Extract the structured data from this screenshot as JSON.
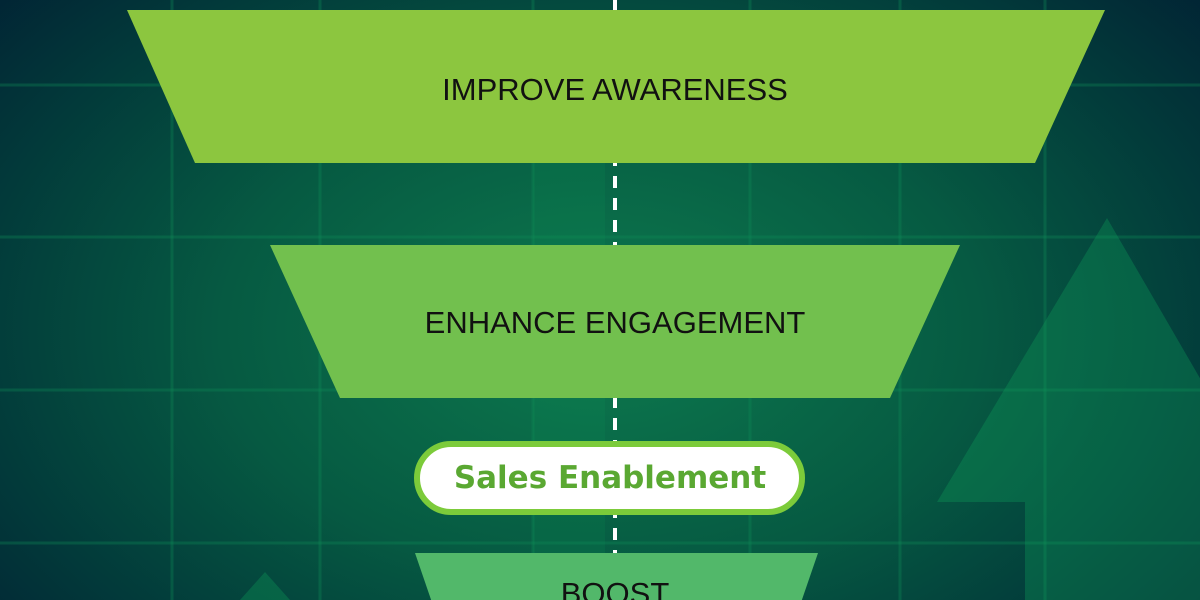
{
  "funnel": {
    "stages": [
      {
        "label": "IMPROVE AWARENESS",
        "color": "#8cc63f"
      },
      {
        "label": "ENHANCE ENGAGEMENT",
        "color": "#72c04e"
      },
      {
        "label": "BOOST",
        "color": "#52b86a"
      }
    ],
    "highlight": {
      "label": "Sales Enablement",
      "border_color": "#7ccb3a",
      "text_color": "#5aa832"
    }
  }
}
